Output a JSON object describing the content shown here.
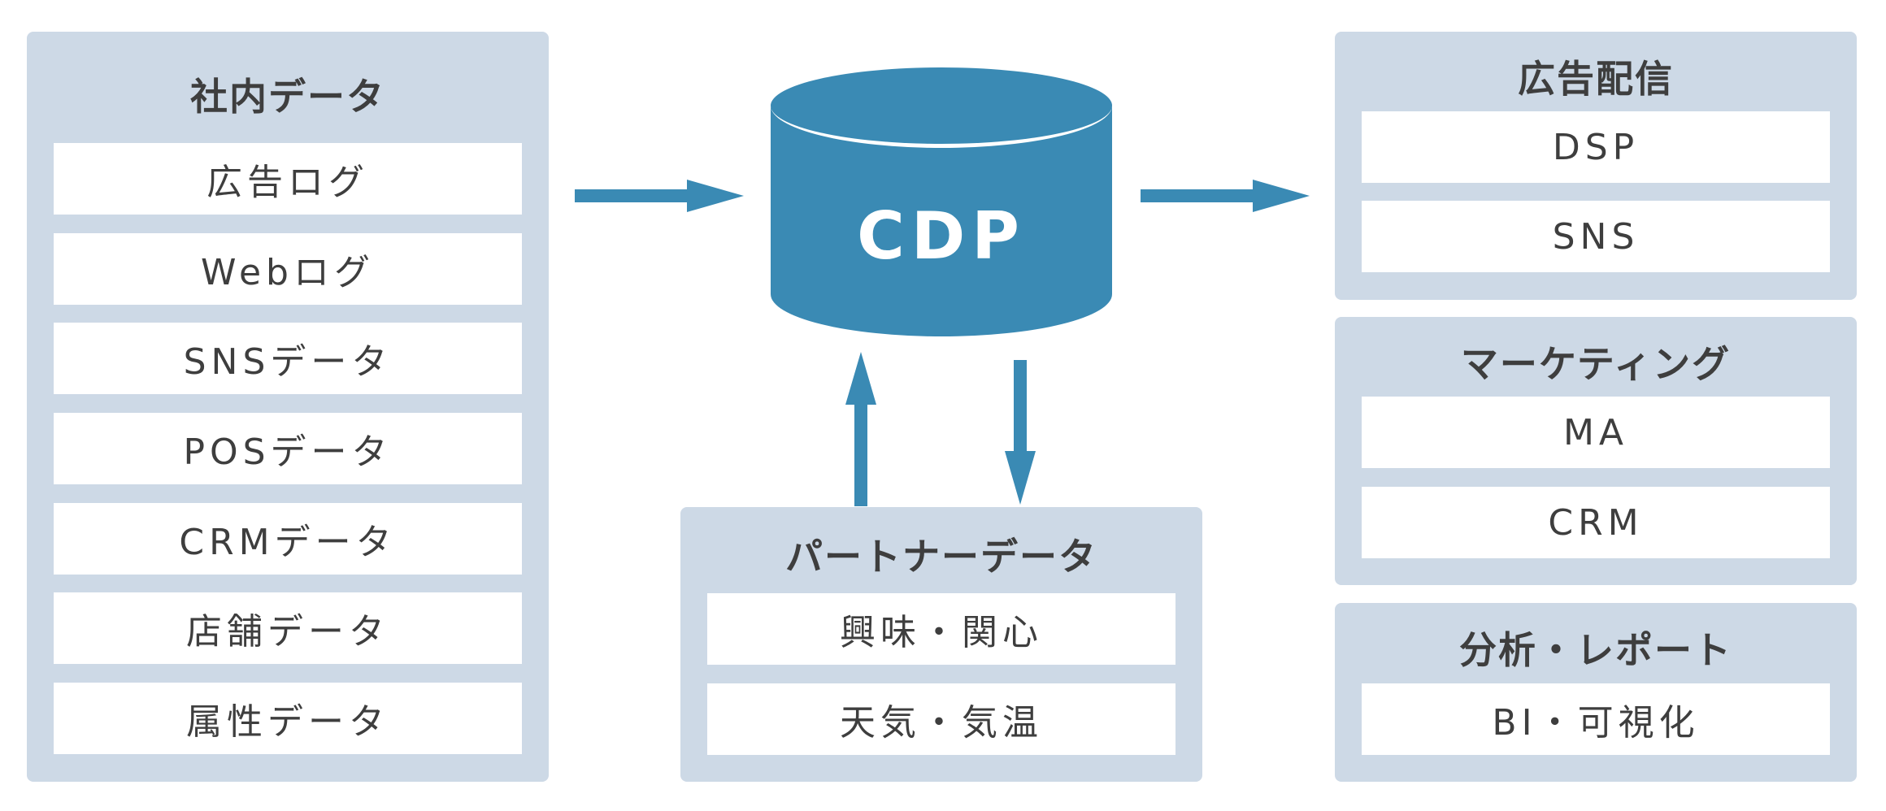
{
  "colors": {
    "panel_bg": "#cdd9e6",
    "item_bg": "#ffffff",
    "accent": "#3a8ab4",
    "text": "#3e3e3e"
  },
  "internal": {
    "title": "社内データ",
    "items": [
      "広告ログ",
      "Webログ",
      "SNSデータ",
      "POSデータ",
      "CRMデータ",
      "店舗データ",
      "属性データ"
    ]
  },
  "cdp": {
    "label": "CDP"
  },
  "partner": {
    "title": "パートナーデータ",
    "items": [
      "興味・関心",
      "天気・気温"
    ]
  },
  "outputs": [
    {
      "title": "広告配信",
      "items": [
        "DSP",
        "SNS"
      ]
    },
    {
      "title": "マーケティング",
      "items": [
        "MA",
        "CRM"
      ]
    },
    {
      "title": "分析・レポート",
      "items": [
        "BI・可視化"
      ]
    }
  ]
}
